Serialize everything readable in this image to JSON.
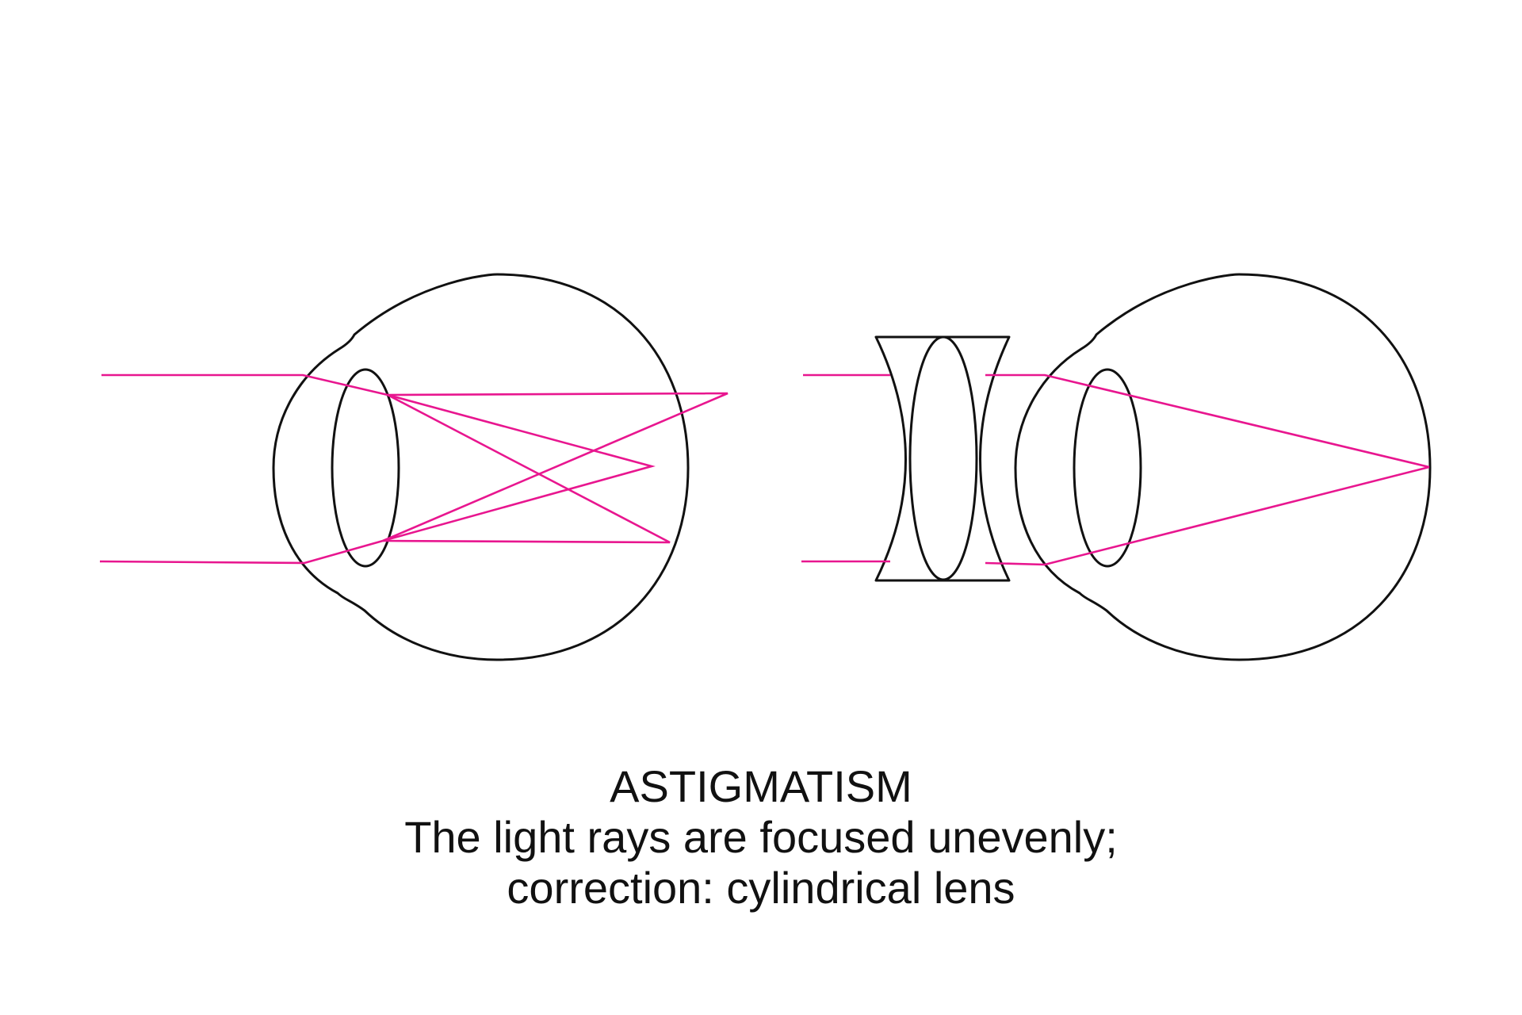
{
  "caption": {
    "title": "ASTIGMATISM",
    "line1": "The light rays are focused unevenly;",
    "line2": "correction: cylindrical lens"
  },
  "colors": {
    "light_ray": "#e8168f",
    "outline": "#111111",
    "background": "#ffffff"
  }
}
